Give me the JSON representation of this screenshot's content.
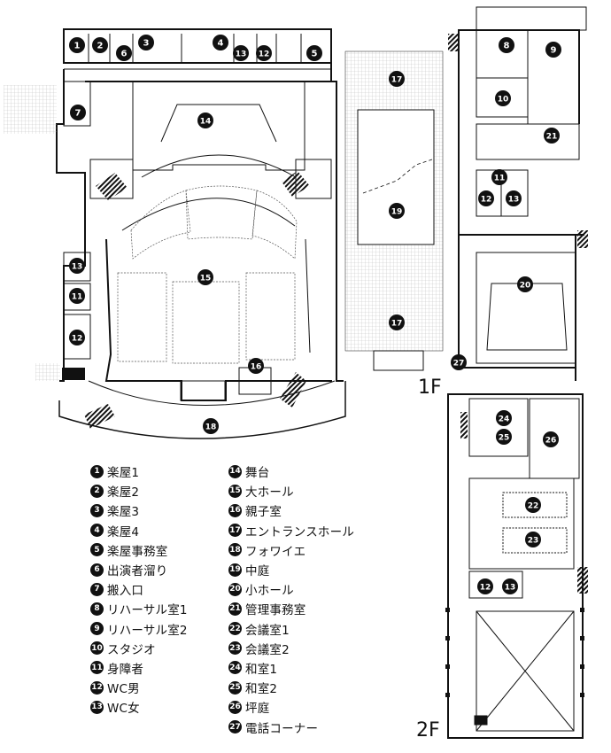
{
  "floors": {
    "first": "1F",
    "second": "2F"
  },
  "rooms": [
    {
      "num": "1",
      "label": "楽屋1"
    },
    {
      "num": "2",
      "label": "楽屋2"
    },
    {
      "num": "3",
      "label": "楽屋3"
    },
    {
      "num": "4",
      "label": "楽屋4"
    },
    {
      "num": "5",
      "label": "楽屋事務室"
    },
    {
      "num": "6",
      "label": "出演者溜り"
    },
    {
      "num": "7",
      "label": "搬入口"
    },
    {
      "num": "8",
      "label": "リハーサル室1"
    },
    {
      "num": "9",
      "label": "リハーサル室2"
    },
    {
      "num": "10",
      "label": "スタジオ"
    },
    {
      "num": "11",
      "label": "身障者"
    },
    {
      "num": "12",
      "label": "WC男"
    },
    {
      "num": "13",
      "label": "WC女"
    },
    {
      "num": "14",
      "label": "舞台"
    },
    {
      "num": "15",
      "label": "大ホール"
    },
    {
      "num": "16",
      "label": "親子室"
    },
    {
      "num": "17",
      "label": "エントランスホール"
    },
    {
      "num": "18",
      "label": "フォワイエ"
    },
    {
      "num": "19",
      "label": "中庭"
    },
    {
      "num": "20",
      "label": "小ホール"
    },
    {
      "num": "21",
      "label": "管理事務室"
    },
    {
      "num": "22",
      "label": "会議室1"
    },
    {
      "num": "23",
      "label": "会議室2"
    },
    {
      "num": "24",
      "label": "和室1"
    },
    {
      "num": "25",
      "label": "和室2"
    },
    {
      "num": "26",
      "label": "坪庭"
    },
    {
      "num": "27",
      "label": "電話コーナー"
    }
  ],
  "markers": [
    {
      "num": "1"
    },
    {
      "num": "2"
    },
    {
      "num": "6"
    },
    {
      "num": "3"
    },
    {
      "num": "4"
    },
    {
      "num": "13"
    },
    {
      "num": "12"
    },
    {
      "num": "5"
    },
    {
      "num": "7"
    },
    {
      "num": "14"
    },
    {
      "num": "13"
    },
    {
      "num": "11"
    },
    {
      "num": "12"
    },
    {
      "num": "15"
    },
    {
      "num": "16"
    },
    {
      "num": "18"
    },
    {
      "num": "17"
    },
    {
      "num": "19"
    },
    {
      "num": "17"
    },
    {
      "num": "8"
    },
    {
      "num": "9"
    },
    {
      "num": "10"
    },
    {
      "num": "21"
    },
    {
      "num": "11"
    },
    {
      "num": "12"
    },
    {
      "num": "13"
    },
    {
      "num": "20"
    },
    {
      "num": "27"
    },
    {
      "num": "24"
    },
    {
      "num": "25"
    },
    {
      "num": "26"
    },
    {
      "num": "22"
    },
    {
      "num": "23"
    },
    {
      "num": "12"
    },
    {
      "num": "13"
    }
  ],
  "colors": {
    "ink": "#111111",
    "paper": "#ffffff",
    "hatch": "#b5b5b5"
  }
}
